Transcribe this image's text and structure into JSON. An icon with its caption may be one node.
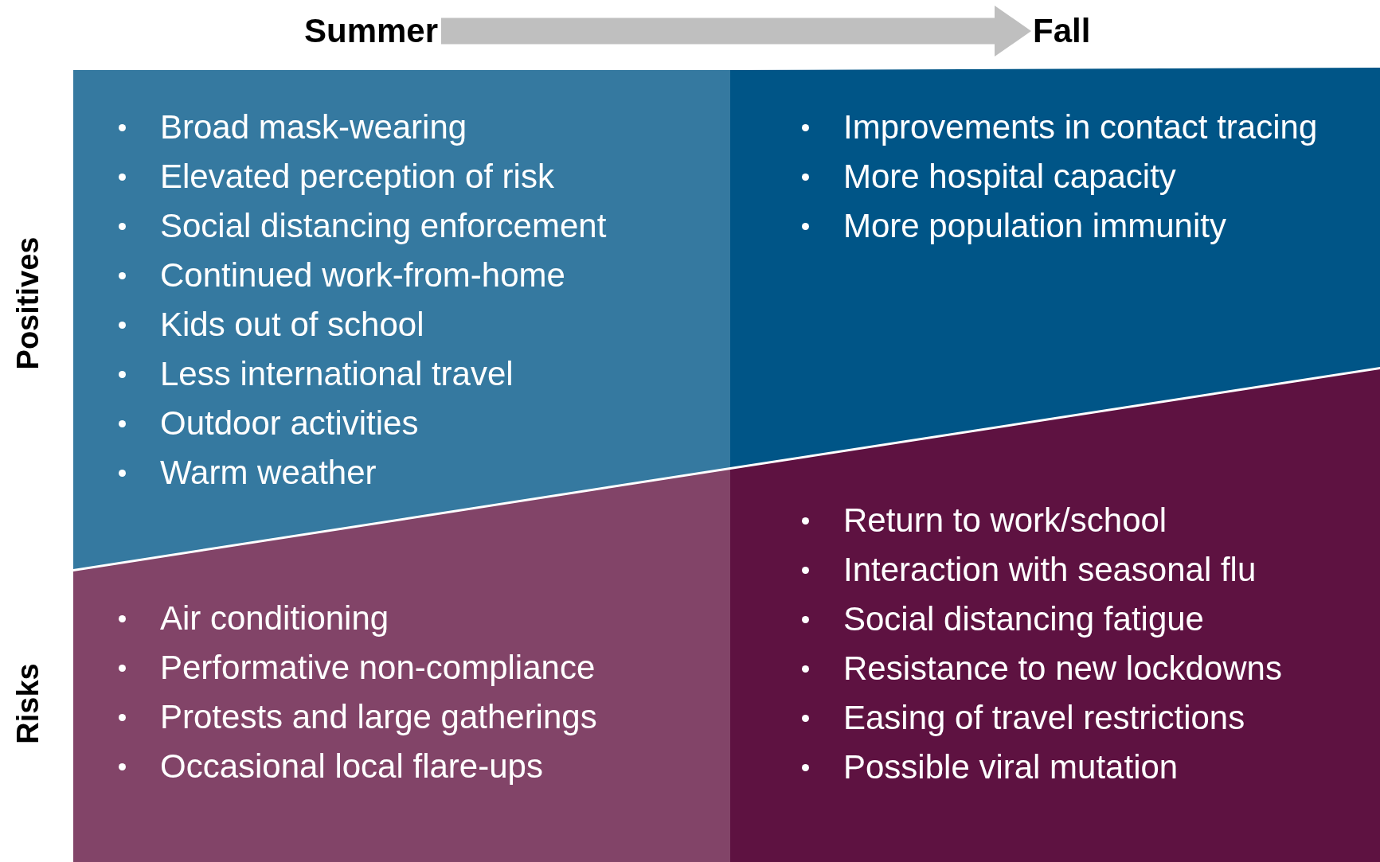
{
  "diagram": {
    "nodes": [
      {
        "text": [
          "Summer"
        ]
      },
      {
        "text": [
          "Fall"
        ]
      },
      {
        "text": [
          "Broad mask-wearing",
          "Elevated perception of risk",
          "Social distancing enforcement",
          "Continued work-from-home",
          "Kids out of school",
          "Less international travel",
          "Outdoor activities",
          "Warm weather"
        ]
      },
      {
        "text": [
          "Improvements in contact tracing",
          "More hospital capacity",
          "More population immunity"
        ]
      },
      {
        "text": [
          "Air conditioning",
          "Performative non-compliance",
          "Protests and large gatherings",
          "Occasional local flare-ups"
        ]
      },
      {
        "text": [
          "Return to work/school",
          "Interaction with seasonal flu",
          "Social distancing fatigue",
          "Resistance to new lockdowns",
          "Easing of travel restrictions",
          "Possible viral mutation"
        ]
      }
    ],
    "edges": [
      {
        "from": 0,
        "to": 1,
        "arrow": "to"
      }
    ],
    "labels": [
      "Positives",
      "Risks"
    ]
  }
}
